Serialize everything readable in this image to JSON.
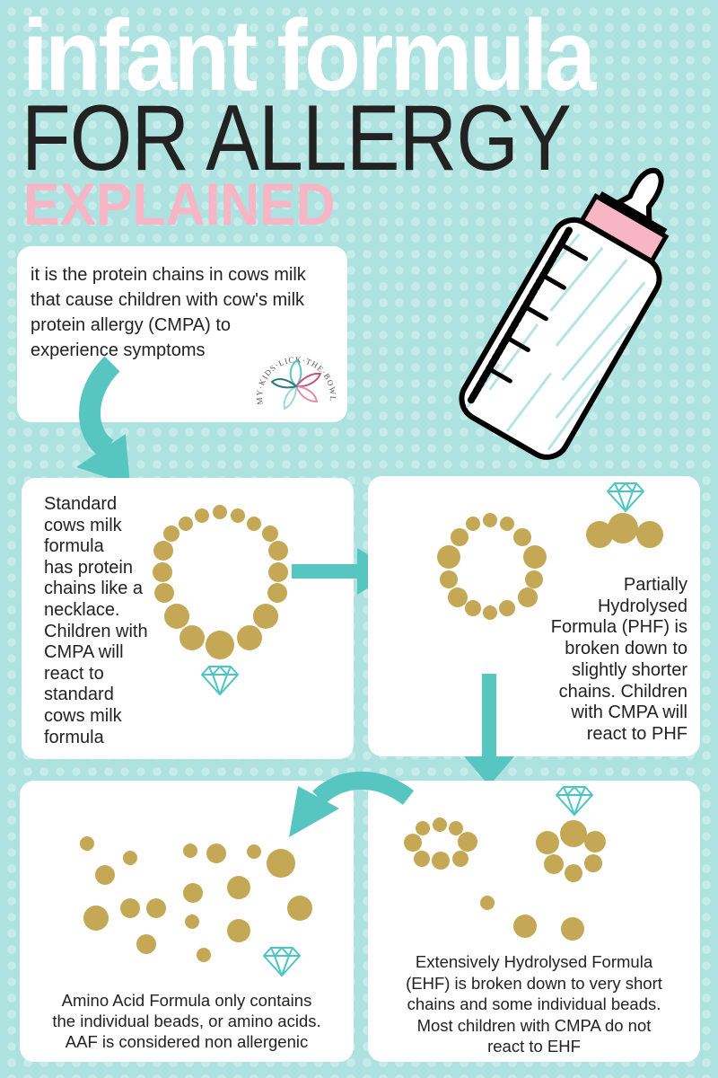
{
  "header": {
    "title_line1": "infant formula",
    "title_line2": "FOR ALLERGY",
    "title_line3": "EXPLAINED"
  },
  "intro": {
    "text_lines": [
      "it is the protein chains in cows milk",
      "that cause children with cow's milk",
      "protein allergy  (CMPA) to",
      "experience symptoms"
    ]
  },
  "logo": {
    "text": "MY·KIDS·LICK·THE·BOWL"
  },
  "panels": {
    "standard": {
      "lines": [
        "Standard",
        "cows milk",
        "formula",
        "has protein",
        "chains like a",
        "necklace.",
        "Children with",
        "CMPA will",
        "react to",
        "standard",
        "cows milk",
        "formula"
      ]
    },
    "phf": {
      "lines": [
        "Partially",
        "Hydrolysed",
        "Formula (PHF) is",
        "broken down to",
        "slightly shorter",
        "chains. Children",
        "with CMPA will",
        "react to PHF"
      ]
    },
    "ehf": {
      "lines": [
        "Extensively Hydrolysed Formula",
        "(EHF)  is broken down to very short",
        "chains and some individual beads.",
        "Most children with CMPA do not",
        "react to EHF"
      ]
    },
    "aaf": {
      "lines": [
        "Amino Acid Formula only contains",
        "the individual beads, or amino acids.",
        "AAF is considered non allergenic"
      ]
    }
  },
  "colors": {
    "background": "#aee2e1",
    "dots": "#c6ecea",
    "accent_teal": "#58c6c0",
    "bead_gold": "#c4a855",
    "pink": "#f8b5c6",
    "text_dark": "#222222"
  },
  "icons": [
    "baby-bottle-icon",
    "diamond-icon",
    "bead-icon",
    "arrow-icon",
    "flower-logo-icon"
  ]
}
